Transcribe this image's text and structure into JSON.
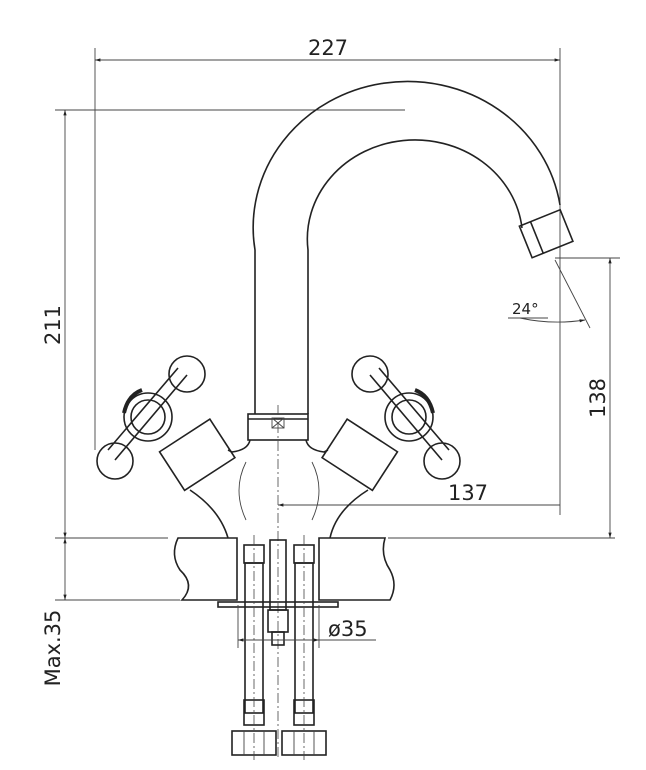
{
  "title": "Faucet dimension drawing",
  "dimensions": {
    "width_total": "227",
    "height_total": "211",
    "spout_height": "138",
    "spout_reach": "137",
    "spout_angle": "24°",
    "max_counter_thickness": "Max.35",
    "hole_diameter": "ø35"
  }
}
